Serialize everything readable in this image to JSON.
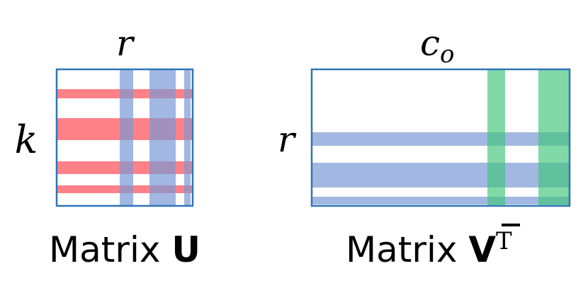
{
  "colors": {
    "border": "#2E75B6",
    "row_band_u": "#FF6B73",
    "col_band_u": "#8FA9DC",
    "row_band_v": "#8FA9DC",
    "col_band_v": "#5ED08F"
  },
  "matrix_u": {
    "top_label": "r",
    "side_label": "k",
    "caption_prefix": "Matrix ",
    "caption_symbol": "U"
  },
  "matrix_v": {
    "top_label_base": "c",
    "top_label_sub": "o",
    "side_label": "r",
    "caption_prefix": "Matrix ",
    "caption_symbol": "V",
    "caption_superscript": "T"
  }
}
